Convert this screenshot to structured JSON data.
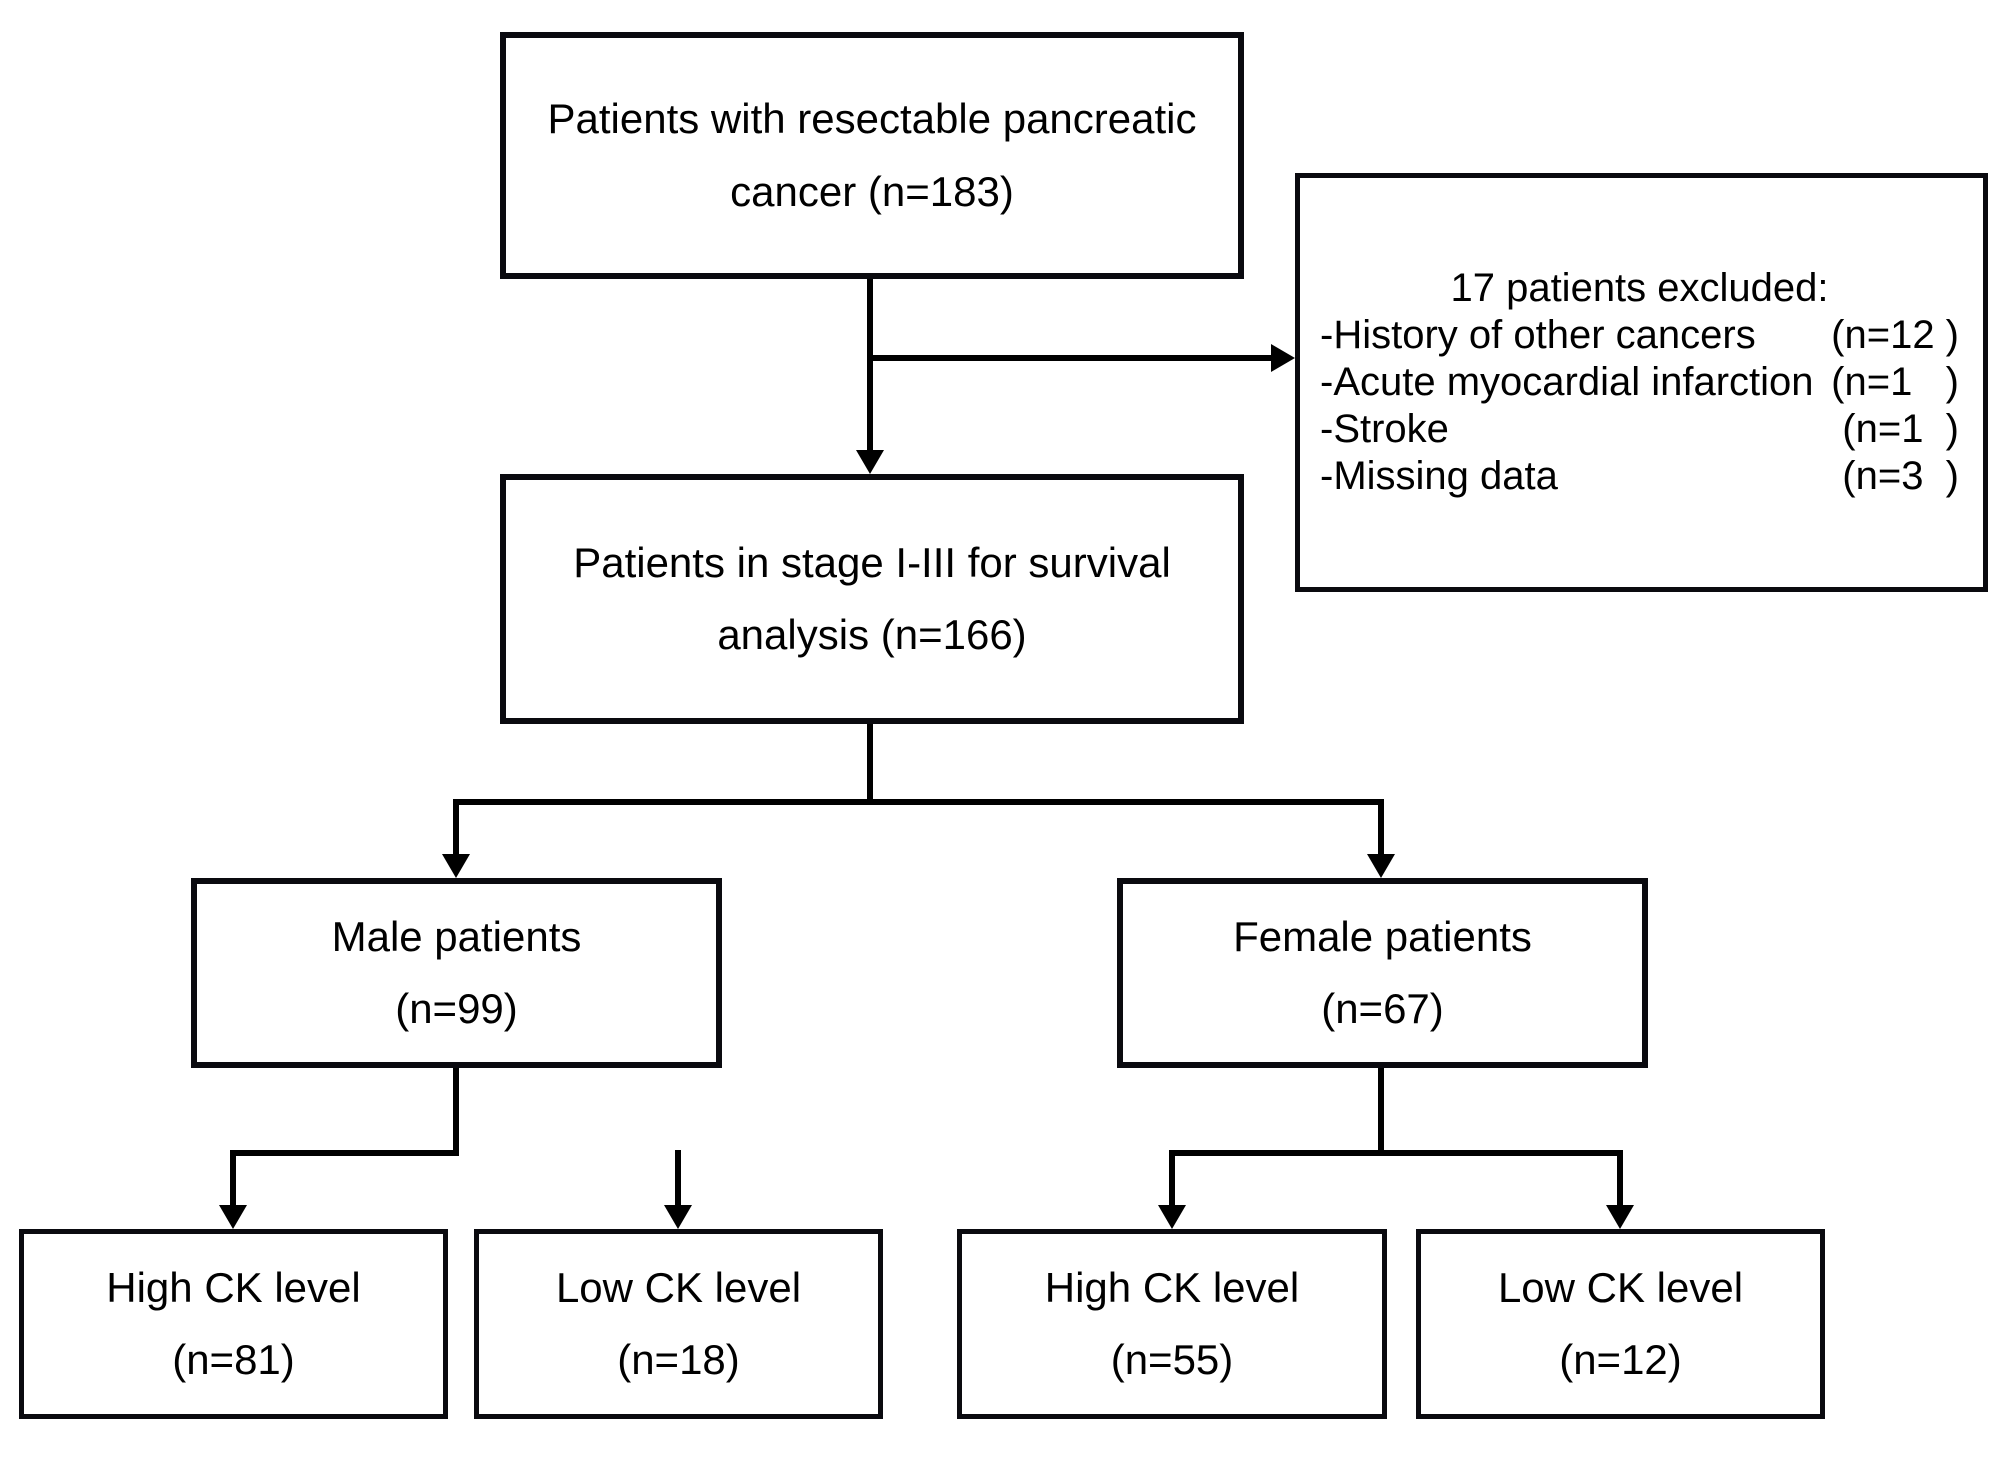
{
  "diagram": {
    "type": "patient-flowchart",
    "boxes": {
      "total": {
        "line1": "Patients with resectable pancreatic",
        "line2": "cancer (n=183)"
      },
      "excluded": {
        "title": "17 patients excluded:",
        "items": [
          {
            "label": "-History of other cancers",
            "count": "(n=12 )"
          },
          {
            "label": "-Acute myocardial infarction",
            "count": "(n=1   )"
          },
          {
            "label": "-Stroke",
            "count": "(n=1  )"
          },
          {
            "label": "-Missing data",
            "count": "(n=3  )"
          }
        ]
      },
      "stage": {
        "line1": "Patients in stage I-III for survival",
        "line2": "analysis (n=166)"
      },
      "male": {
        "line1": "Male patients",
        "line2": "(n=99)"
      },
      "female": {
        "line1": "Female patients",
        "line2": "(n=67)"
      },
      "male_high": {
        "line1": "High CK level",
        "line2": "(n=81)"
      },
      "male_low": {
        "line1": "Low CK level",
        "line2": "(n=18)"
      },
      "female_high": {
        "line1": "High CK level",
        "line2": "(n=55)"
      },
      "female_low": {
        "line1": "Low CK level",
        "line2": "(n=12)"
      }
    },
    "colors": {
      "background": "#ffffff",
      "border": "#0a0a0f",
      "text": "#000000",
      "connector": "#000000"
    }
  }
}
